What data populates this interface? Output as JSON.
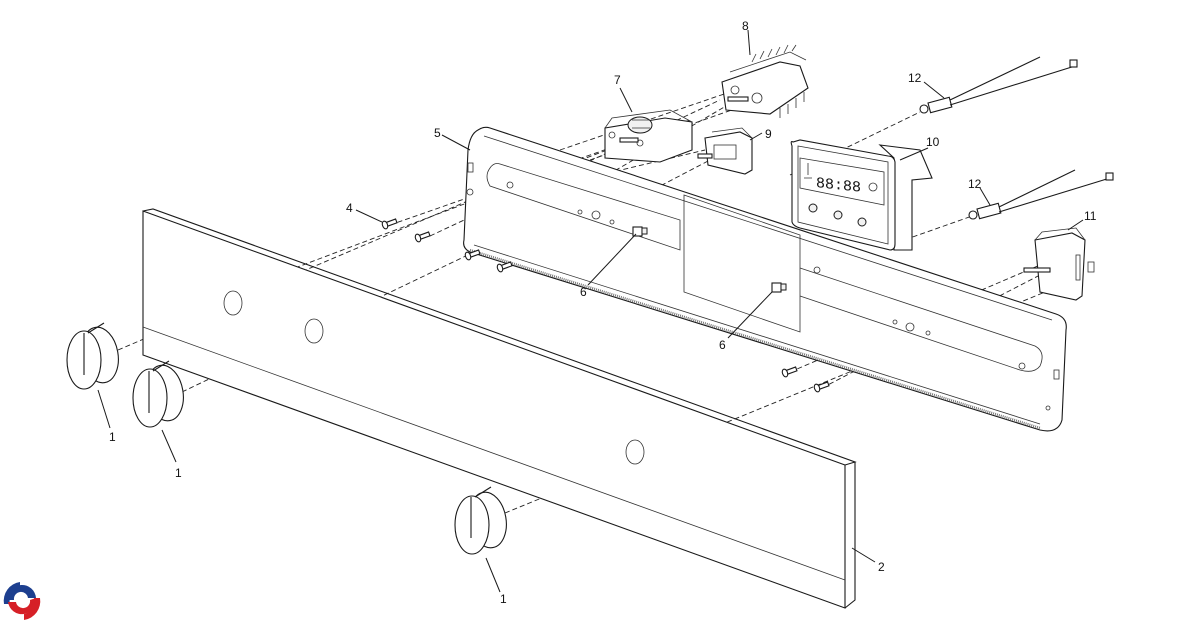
{
  "diagram": {
    "title": "Oven control panel exploded parts diagram",
    "callouts": [
      {
        "id": "knob-a",
        "label": "1"
      },
      {
        "id": "knob-b",
        "label": "1"
      },
      {
        "id": "knob-c",
        "label": "1"
      },
      {
        "id": "front-panel",
        "label": "2"
      },
      {
        "id": "screw",
        "label": "4"
      },
      {
        "id": "back-panel",
        "label": "5"
      },
      {
        "id": "clip-a",
        "label": "6"
      },
      {
        "id": "clip-b",
        "label": "6"
      },
      {
        "id": "selector-switch",
        "label": "7"
      },
      {
        "id": "multi-switch",
        "label": "8"
      },
      {
        "id": "small-switch",
        "label": "9"
      },
      {
        "id": "timer",
        "label": "10"
      },
      {
        "id": "thermostat",
        "label": "11"
      },
      {
        "id": "lamp-a",
        "label": "12"
      },
      {
        "id": "lamp-b",
        "label": "12"
      }
    ],
    "timer_display": "88:88",
    "logo": "brand-logo",
    "colors": {
      "logo_blue": "#1d3f8f",
      "logo_red": "#d62027",
      "line": "#1a1a1a"
    }
  }
}
